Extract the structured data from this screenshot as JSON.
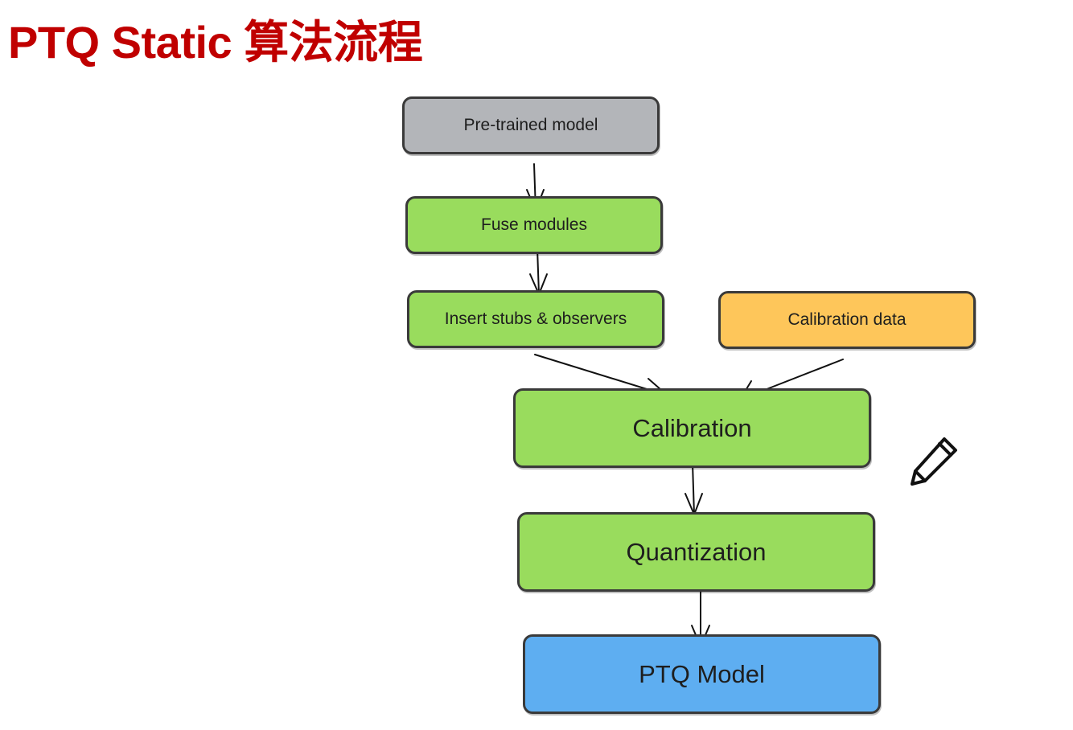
{
  "title": "PTQ Static 算法流程",
  "nodes": {
    "pretrained": "Pre-trained model",
    "fuse": "Fuse modules",
    "insert": "Insert stubs & observers",
    "calibration_data": "Calibration data",
    "calibration": "Calibration",
    "quantization": "Quantization",
    "ptq_model": "PTQ Model"
  },
  "colors": {
    "title": "#c00000",
    "gray_node": "#b3b5b9",
    "green_node": "#99dc5d",
    "orange_node": "#fec65a",
    "blue_node": "#5eaef1"
  },
  "icons": {
    "tool": "pencil-icon"
  }
}
